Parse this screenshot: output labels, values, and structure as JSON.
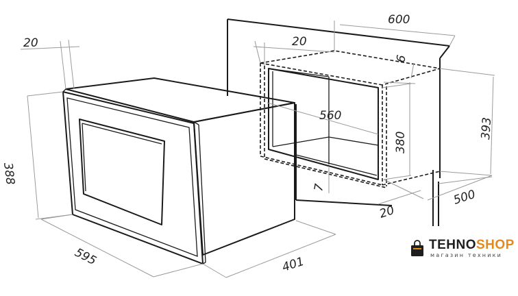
{
  "dimensions": {
    "oven_depth_front": "20",
    "oven_height": "388",
    "oven_width": "595",
    "oven_depth": "401",
    "niche_width": "600",
    "niche_offset_top": "20",
    "niche_gap_top": "6",
    "niche_inner_width": "560",
    "niche_inner_height": "380",
    "niche_height": "393",
    "niche_bottom_gap": "7",
    "niche_offset_bottom": "20",
    "niche_depth": "500"
  },
  "brand": {
    "name_part1": "TEHNO",
    "name_part2": "SHOP",
    "subtitle": "магазин техники",
    "accent_color": "#e38a1c",
    "icon": "shopping-bag-icon"
  }
}
